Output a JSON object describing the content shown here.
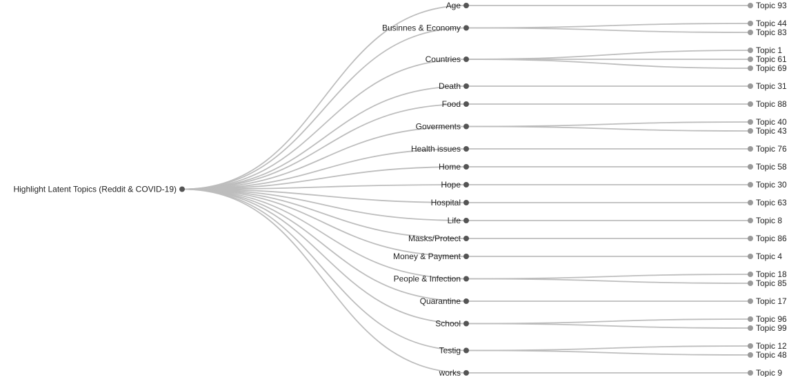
{
  "tree": {
    "root": "Highlight Latent Topics (Reddit & COVID-19)",
    "categories": [
      {
        "label": "Age",
        "topics": [
          "Topic 93"
        ]
      },
      {
        "label": "Businnes & Economy",
        "topics": [
          "Topic 44",
          "Topic 83"
        ]
      },
      {
        "label": "Countries",
        "topics": [
          "Topic 1",
          "Topic 61",
          "Topic 69"
        ]
      },
      {
        "label": "Death",
        "topics": [
          "Topic 31"
        ]
      },
      {
        "label": "Food",
        "topics": [
          "Topic 88"
        ]
      },
      {
        "label": "Goverments",
        "topics": [
          "Topic 40",
          "Topic 43"
        ]
      },
      {
        "label": "Health issues",
        "topics": [
          "Topic 76"
        ]
      },
      {
        "label": "Home",
        "topics": [
          "Topic 58"
        ]
      },
      {
        "label": "Hope",
        "topics": [
          "Topic 30"
        ]
      },
      {
        "label": "Hospital",
        "topics": [
          "Topic 63"
        ]
      },
      {
        "label": "Life",
        "topics": [
          "Topic 8"
        ]
      },
      {
        "label": "Masks/Protect",
        "topics": [
          "Topic 86"
        ]
      },
      {
        "label": "Money & Payment",
        "topics": [
          "Topic 4"
        ]
      },
      {
        "label": "People & Infection",
        "topics": [
          "Topic 18",
          "Topic 85"
        ]
      },
      {
        "label": "Quarantine",
        "topics": [
          "Topic 17"
        ]
      },
      {
        "label": "School",
        "topics": [
          "Topic 96",
          "Topic 99"
        ]
      },
      {
        "label": "Testig",
        "topics": [
          "Topic 12",
          "Topic 48"
        ]
      },
      {
        "label": "works",
        "topics": [
          "Topic 9"
        ]
      }
    ]
  },
  "colors": {
    "link": "#bdbdbd",
    "inner_node": "#555555",
    "leaf_node": "#999999",
    "text": "#222222"
  }
}
